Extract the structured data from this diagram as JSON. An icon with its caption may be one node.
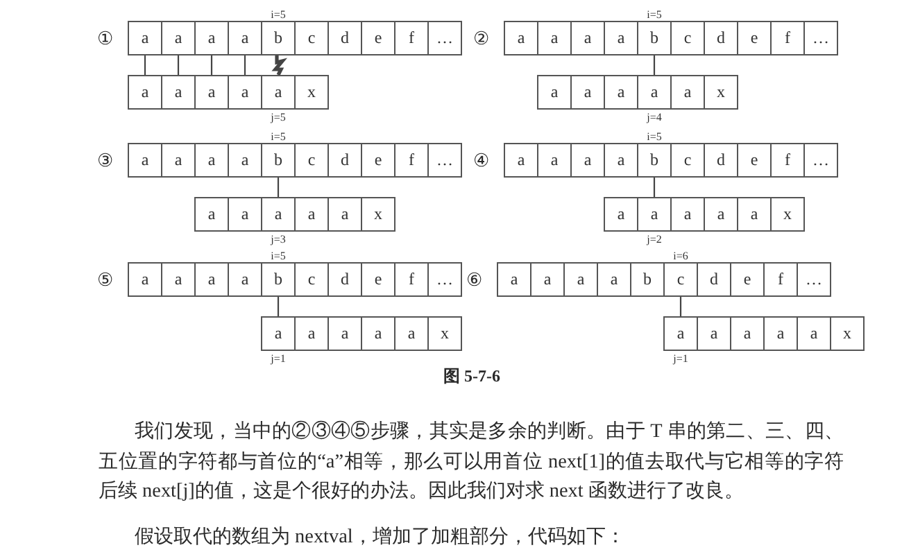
{
  "diagram": {
    "caption": "图 5-7-6",
    "nodes": [
      {
        "text": [
          "a"
        ]
      },
      {
        "text": [
          "a"
        ]
      },
      {
        "text": [
          "a"
        ]
      },
      {
        "text": [
          "a"
        ]
      },
      {
        "text": [
          "b"
        ],
        "beside": [
          "i=5"
        ]
      },
      {
        "text": [
          "c"
        ]
      },
      {
        "text": [
          "d"
        ]
      },
      {
        "text": [
          "e"
        ]
      },
      {
        "text": [
          "f"
        ]
      },
      {
        "text": [
          "…"
        ]
      },
      {
        "text": [
          "a"
        ]
      },
      {
        "text": [
          "a"
        ]
      },
      {
        "text": [
          "a"
        ]
      },
      {
        "text": [
          "a"
        ]
      },
      {
        "text": [
          "a"
        ],
        "beside": [
          "j=5"
        ]
      },
      {
        "text": [
          "x"
        ]
      },
      {
        "text": [
          "a"
        ]
      },
      {
        "text": [
          "a"
        ]
      },
      {
        "text": [
          "a"
        ]
      },
      {
        "text": [
          "a"
        ]
      },
      {
        "text": [
          "b"
        ],
        "beside": [
          "i=5"
        ]
      },
      {
        "text": [
          "c"
        ]
      },
      {
        "text": [
          "d"
        ]
      },
      {
        "text": [
          "e"
        ]
      },
      {
        "text": [
          "f"
        ]
      },
      {
        "text": [
          "…"
        ]
      },
      {
        "text": [
          "a"
        ]
      },
      {
        "text": [
          "a"
        ]
      },
      {
        "text": [
          "a"
        ]
      },
      {
        "text": [
          "a"
        ],
        "beside": [
          "j=4"
        ]
      },
      {
        "text": [
          "a"
        ]
      },
      {
        "text": [
          "x"
        ]
      },
      {
        "text": [
          "a"
        ]
      },
      {
        "text": [
          "a"
        ]
      },
      {
        "text": [
          "a"
        ]
      },
      {
        "text": [
          "a"
        ]
      },
      {
        "text": [
          "b"
        ],
        "beside": [
          "i=5"
        ]
      },
      {
        "text": [
          "c"
        ]
      },
      {
        "text": [
          "d"
        ]
      },
      {
        "text": [
          "e"
        ]
      },
      {
        "text": [
          "f"
        ]
      },
      {
        "text": [
          "…"
        ]
      },
      {
        "text": [
          "a"
        ]
      },
      {
        "text": [
          "a"
        ]
      },
      {
        "text": [
          "a"
        ],
        "beside": [
          "j=3"
        ]
      },
      {
        "text": [
          "a"
        ]
      },
      {
        "text": [
          "a"
        ]
      },
      {
        "text": [
          "x"
        ]
      },
      {
        "text": [
          "a"
        ]
      },
      {
        "text": [
          "a"
        ]
      },
      {
        "text": [
          "a"
        ]
      },
      {
        "text": [
          "a"
        ]
      },
      {
        "text": [
          "b"
        ],
        "beside": [
          "i=5"
        ]
      },
      {
        "text": [
          "c"
        ]
      },
      {
        "text": [
          "d"
        ]
      },
      {
        "text": [
          "e"
        ]
      },
      {
        "text": [
          "f"
        ]
      },
      {
        "text": [
          "…"
        ]
      },
      {
        "text": [
          "a"
        ]
      },
      {
        "text": [
          "a"
        ],
        "beside": [
          "j=2"
        ]
      },
      {
        "text": [
          "a"
        ]
      },
      {
        "text": [
          "a"
        ]
      },
      {
        "text": [
          "a"
        ]
      },
      {
        "text": [
          "x"
        ]
      },
      {
        "text": [
          "a"
        ]
      },
      {
        "text": [
          "a"
        ]
      },
      {
        "text": [
          "a"
        ]
      },
      {
        "text": [
          "a"
        ]
      },
      {
        "text": [
          "b"
        ],
        "beside": [
          "i=5"
        ]
      },
      {
        "text": [
          "c"
        ]
      },
      {
        "text": [
          "d"
        ]
      },
      {
        "text": [
          "e"
        ]
      },
      {
        "text": [
          "f"
        ]
      },
      {
        "text": [
          "…"
        ]
      },
      {
        "text": [
          "a"
        ],
        "beside": [
          "j=1"
        ]
      },
      {
        "text": [
          "a"
        ]
      },
      {
        "text": [
          "a"
        ]
      },
      {
        "text": [
          "a"
        ]
      },
      {
        "text": [
          "a"
        ]
      },
      {
        "text": [
          "x"
        ]
      },
      {
        "text": [
          "a"
        ]
      },
      {
        "text": [
          "a"
        ]
      },
      {
        "text": [
          "a"
        ]
      },
      {
        "text": [
          "a"
        ]
      },
      {
        "text": [
          "b"
        ]
      },
      {
        "text": [
          "c"
        ],
        "beside": [
          "i=6"
        ]
      },
      {
        "text": [
          "d"
        ]
      },
      {
        "text": [
          "e"
        ]
      },
      {
        "text": [
          "f"
        ]
      },
      {
        "text": [
          "…"
        ]
      },
      {
        "text": [
          "a"
        ],
        "beside": [
          "j=1"
        ]
      },
      {
        "text": [
          "a"
        ]
      },
      {
        "text": [
          "a"
        ]
      },
      {
        "text": [
          "a"
        ]
      },
      {
        "text": [
          "a"
        ]
      },
      {
        "text": [
          "x"
        ]
      }
    ],
    "edges": [
      {
        "from": 0,
        "to": 10,
        "arrow": "none"
      },
      {
        "from": 1,
        "to": 11,
        "arrow": "none"
      },
      {
        "from": 2,
        "to": 12,
        "arrow": "none"
      },
      {
        "from": 3,
        "to": 13,
        "arrow": "none"
      },
      {
        "from": 4,
        "to": 14,
        "arrow": "none",
        "style": "thick"
      },
      {
        "from": 20,
        "to": 29,
        "arrow": "none"
      },
      {
        "from": 36,
        "to": 44,
        "arrow": "none"
      },
      {
        "from": 52,
        "to": 59,
        "arrow": "none"
      },
      {
        "from": 68,
        "to": 74,
        "arrow": "none"
      },
      {
        "from": 85,
        "to": 90,
        "arrow": "none"
      }
    ],
    "labels": [
      "①",
      "②",
      "③",
      "④",
      "⑤",
      "⑥",
      "我们发现，当中的②③④⑤步骤，其实是多余的判断。由于 T 串的第二、三、四、五位置的字符都与首位的“a”相等，那么可以用首位 next[1]的值去取代与它相等的字符后续 next[j]的值，这是个很好的办法。因此我们对求 next 函数进行了改良。",
      "假设取代的数组为 nextval，增加了加粗部分，代码如下："
    ]
  }
}
